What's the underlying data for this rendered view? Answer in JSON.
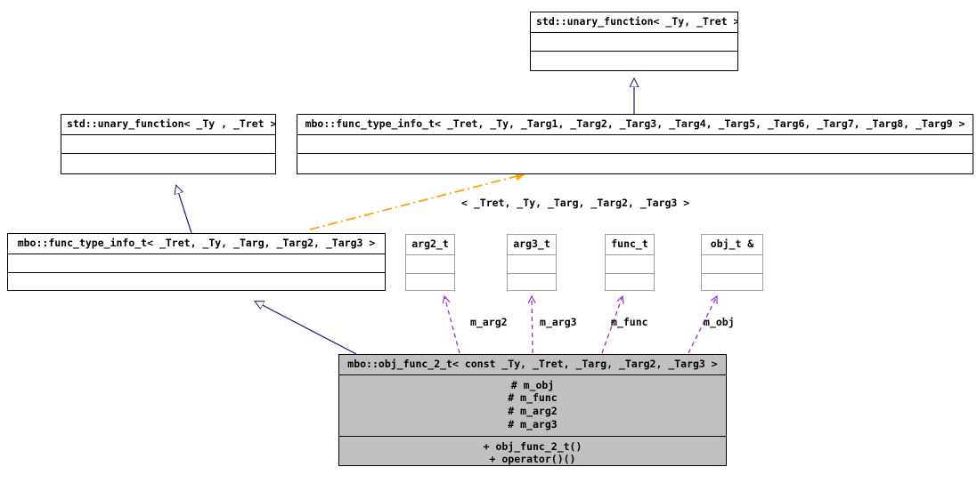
{
  "diagram": {
    "kind": "uml-class-inheritance-collaboration-diagram",
    "background": "#ffffff",
    "colors": {
      "node_border": "#000000",
      "node_fill": "#ffffff",
      "focus_fill": "#c0c0c0",
      "plain_border": "#a0a0a0",
      "inheritance_edge": "#191970",
      "usage_edge": "#9a32cd",
      "template_binding_edge": "#ffa500",
      "text": "#000000"
    }
  },
  "nodes": {
    "std_unary_function_top": {
      "title": "std::unary_function< _Ty, _Tret >",
      "compartments": [
        "",
        ""
      ]
    },
    "std_unary_function_left": {
      "title": "std::unary_function< _Ty , _Tret >",
      "compartments": [
        "",
        ""
      ]
    },
    "func_type_info_t_full": {
      "title": "mbo::func_type_info_t< _Tret, _Ty, _Targ1, _Targ2, _Targ3, _Targ4, _Targ5, _Targ6, _Targ7, _Targ8, _Targ9 >",
      "compartments": [
        "",
        ""
      ]
    },
    "func_type_info_t_bound": {
      "title": "mbo::func_type_info_t< _Tret, _Ty, _Targ, _Targ2, _Targ3 >",
      "compartments": [
        "",
        ""
      ]
    },
    "arg2_t": {
      "title": "arg2_t",
      "compartments": [
        "",
        ""
      ]
    },
    "arg3_t": {
      "title": "arg3_t",
      "compartments": [
        "",
        ""
      ]
    },
    "func_t": {
      "title": "func_t",
      "compartments": [
        "",
        ""
      ]
    },
    "obj_t_ref": {
      "title": "obj_t &",
      "compartments": [
        "",
        ""
      ]
    },
    "obj_func_2_t": {
      "title": "mbo::obj_func_2_t< const _Ty, _Tret, _Targ, _Targ2, _Targ3 >",
      "attributes": [
        "# m_obj",
        "# m_func",
        "# m_arg2",
        "# m_arg3"
      ],
      "operations": [
        "+ obj_func_2_t()",
        "+ operator()()"
      ]
    }
  },
  "edge_labels": {
    "template_binding": "< _Tret, _Ty, _Targ, _Targ2, _Targ3 >",
    "m_arg2": "m_arg2",
    "m_arg3": "m_arg3",
    "m_func": "m_func",
    "m_obj": "m_obj"
  }
}
